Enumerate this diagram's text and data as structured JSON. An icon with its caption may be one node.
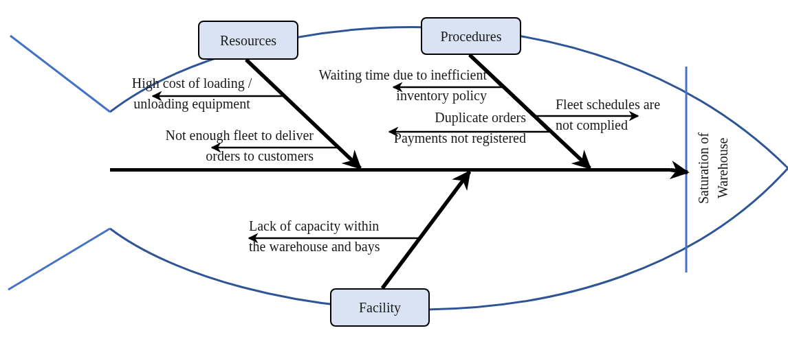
{
  "diagram": {
    "nodes": [
      {
        "text": [
          "Resources"
        ]
      },
      {
        "text": [
          "Procedures"
        ]
      },
      {
        "text": [
          "Facility"
        ]
      },
      {
        "text": [
          "Saturation of Warehouse"
        ]
      },
      {
        "text": [
          "High cost of loading / unloading equipment"
        ]
      },
      {
        "text": [
          "Not enough fleet to deliver orders to customers"
        ]
      },
      {
        "text": [
          "Waiting time due to inefficient inventory policy"
        ]
      },
      {
        "text": [
          "Fleet schedules are not complied"
        ]
      },
      {
        "text": [
          "Duplicate orders",
          "Payments not registered"
        ]
      },
      {
        "text": [
          "Lack of capacity within the warehouse and bays"
        ]
      },
      {
        "text": [],
        "shape": "bar"
      }
    ],
    "edges": [
      {
        "from": 0,
        "to": 10,
        "arrow": "to",
        "style": "thick"
      },
      {
        "from": 1,
        "to": 10,
        "arrow": "to",
        "style": "thick"
      },
      {
        "from": 2,
        "to": 10,
        "arrow": "to",
        "style": "thick"
      },
      {
        "from": 10,
        "to": 3,
        "arrow": "to",
        "style": "thick"
      },
      {
        "from": 0,
        "to": 4,
        "arrow": "to"
      },
      {
        "from": 0,
        "to": 5,
        "arrow": "to"
      },
      {
        "from": 1,
        "to": 6,
        "arrow": "to"
      },
      {
        "from": 1,
        "to": 7,
        "arrow": "to"
      },
      {
        "from": 1,
        "to": 8,
        "arrow": "to"
      },
      {
        "from": 2,
        "to": 9,
        "arrow": "to"
      }
    ]
  }
}
